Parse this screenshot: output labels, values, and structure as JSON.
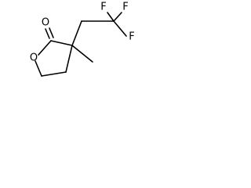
{
  "structure": {
    "atom_labels": {
      "carbonyl_oxygen": "O",
      "ring_oxygen": "O",
      "fluorine_top_left": "F",
      "fluorine_top_right": "F",
      "fluorine_right": "F"
    },
    "substituents": {
      "methyl": "CH3",
      "trifluoroethyl": "CH2CF3"
    },
    "colors": {
      "bond": "#000000",
      "label": "#000000",
      "background": "#ffffff"
    }
  }
}
